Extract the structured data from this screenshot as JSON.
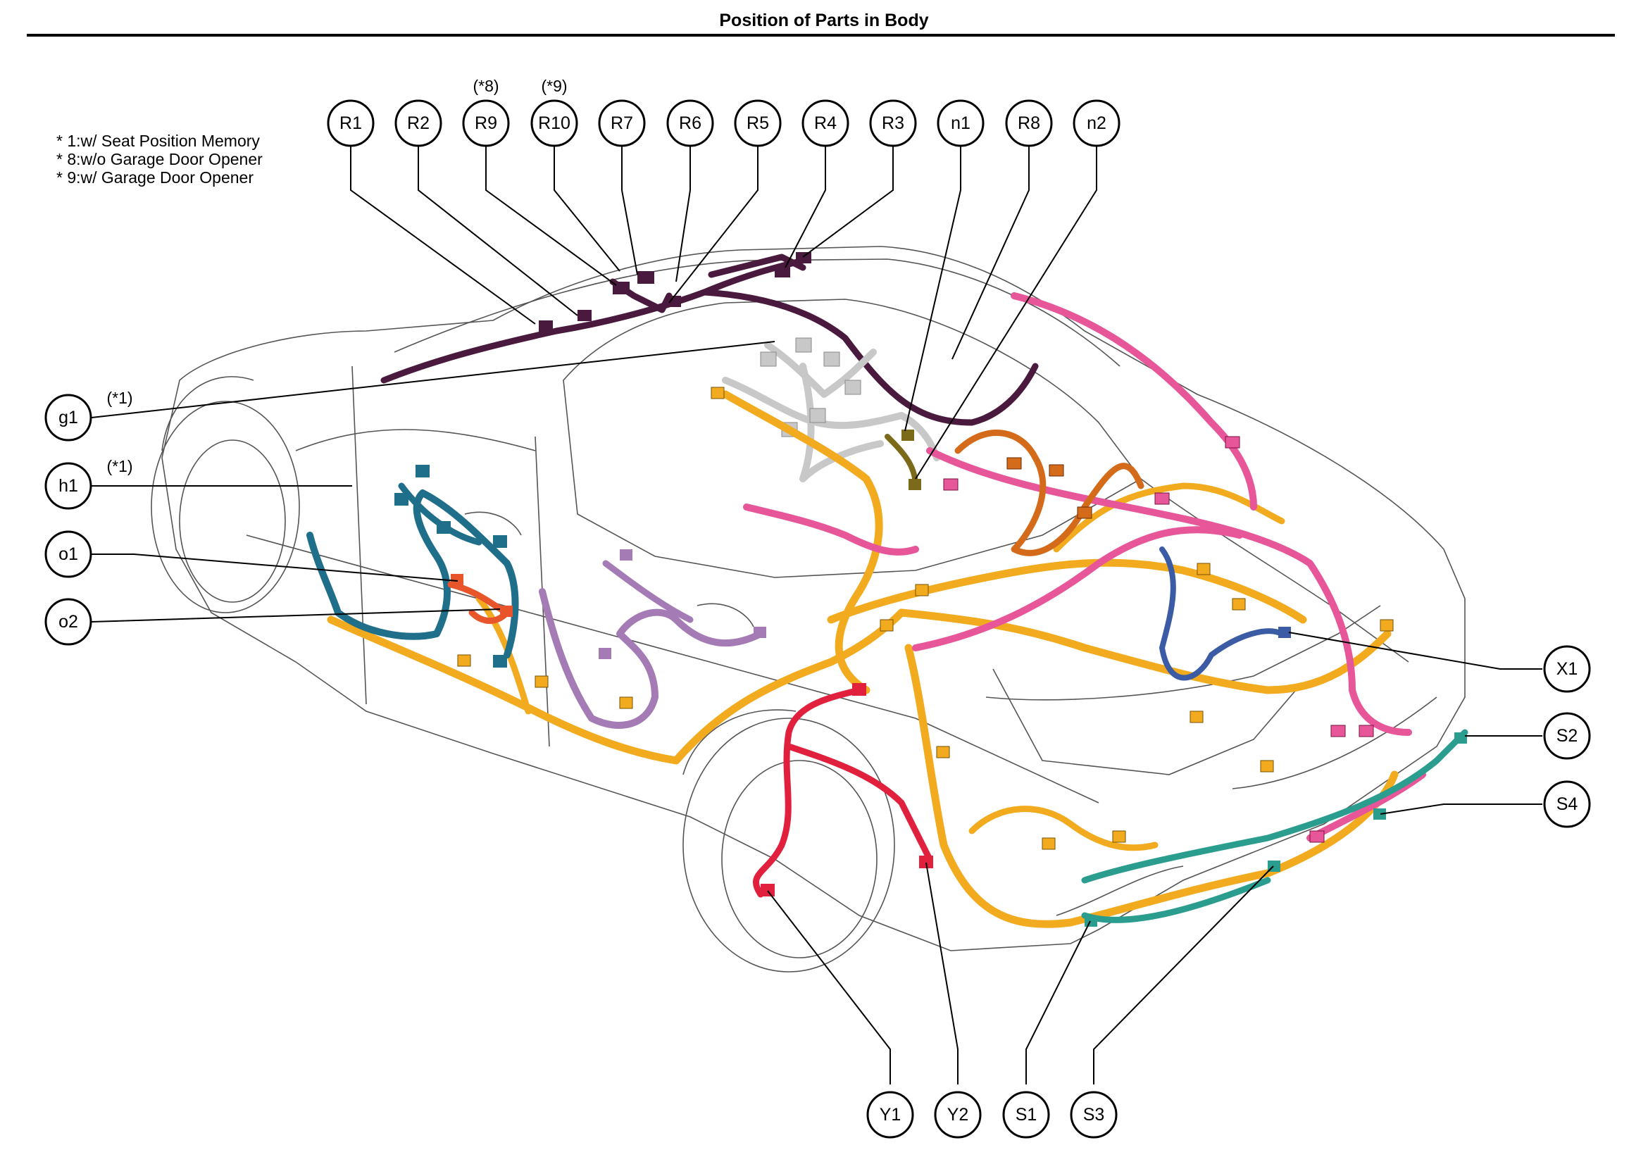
{
  "title": "Position of Parts in Body",
  "notes": [
    "* 1:w/ Seat Position Memory",
    "* 8:w/o Garage Door Opener",
    "* 9:w/ Garage Door Opener"
  ],
  "callouts": {
    "R1": "R1",
    "R2": "R2",
    "R9": "R9",
    "R10": "R10",
    "R7": "R7",
    "R6": "R6",
    "R5": "R5",
    "R4": "R4",
    "R3": "R3",
    "n1": "n1",
    "R8": "R8",
    "n2": "n2",
    "g1": "g1",
    "h1": "h1",
    "o1": "o1",
    "o2": "o2",
    "X1": "X1",
    "S2": "S2",
    "S4": "S4",
    "Y1": "Y1",
    "Y2": "Y2",
    "S1": "S1",
    "S3": "S3"
  },
  "suffixes": {
    "R9": "(*8)",
    "R10": "(*9)",
    "g1": "(*1)",
    "h1": "(*1)"
  },
  "colors": {
    "roof_harness": "#4a1a3e",
    "cowl_harness": "#f2ab1e",
    "floor_harness": "#e8569a",
    "door_front_harness": "#1f6f8b",
    "door_rear_harness": "#a57bb5",
    "engine_room_harness": "#c8c8c8",
    "luggage_harness": "#d46b1a",
    "front_bumper_harness": "#e0203c",
    "rear_bumper_harness": "#2a9d8f",
    "seat_harness": "#e8552a",
    "x1_harness": "#3b5ba5",
    "n1_harness": "#7a6a1a"
  }
}
